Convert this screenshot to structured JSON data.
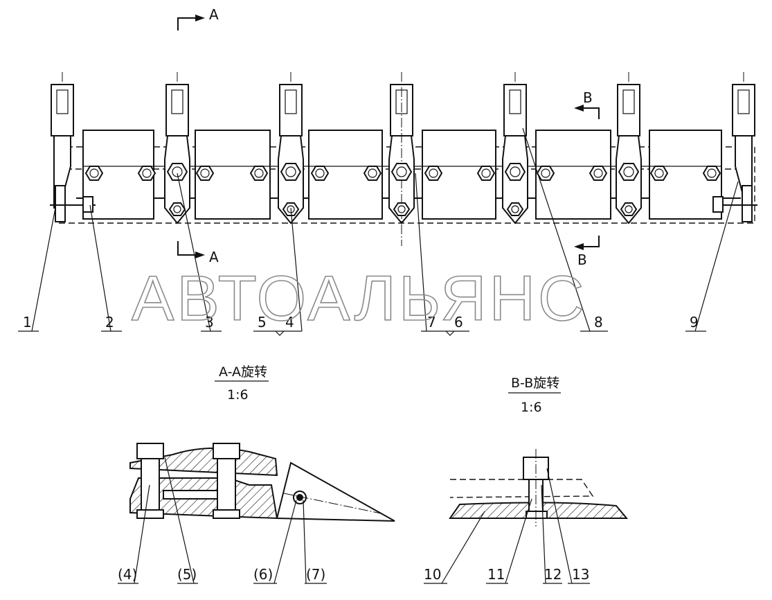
{
  "section_marks": {
    "a": "A",
    "b": "B"
  },
  "callouts": [
    "1",
    "2",
    "3",
    "5",
    "4",
    "7",
    "6",
    "8",
    "9"
  ],
  "section_a": {
    "name": "A-A旋转",
    "scale": "1:6",
    "callouts": [
      "(4)",
      "(5)",
      "(6)",
      "(7)"
    ]
  },
  "section_b": {
    "name": "B-B旋转",
    "scale": "1:6",
    "callouts": [
      "10",
      "11",
      "12",
      "13"
    ]
  },
  "watermark": "АВТОАЛЬЯНС"
}
